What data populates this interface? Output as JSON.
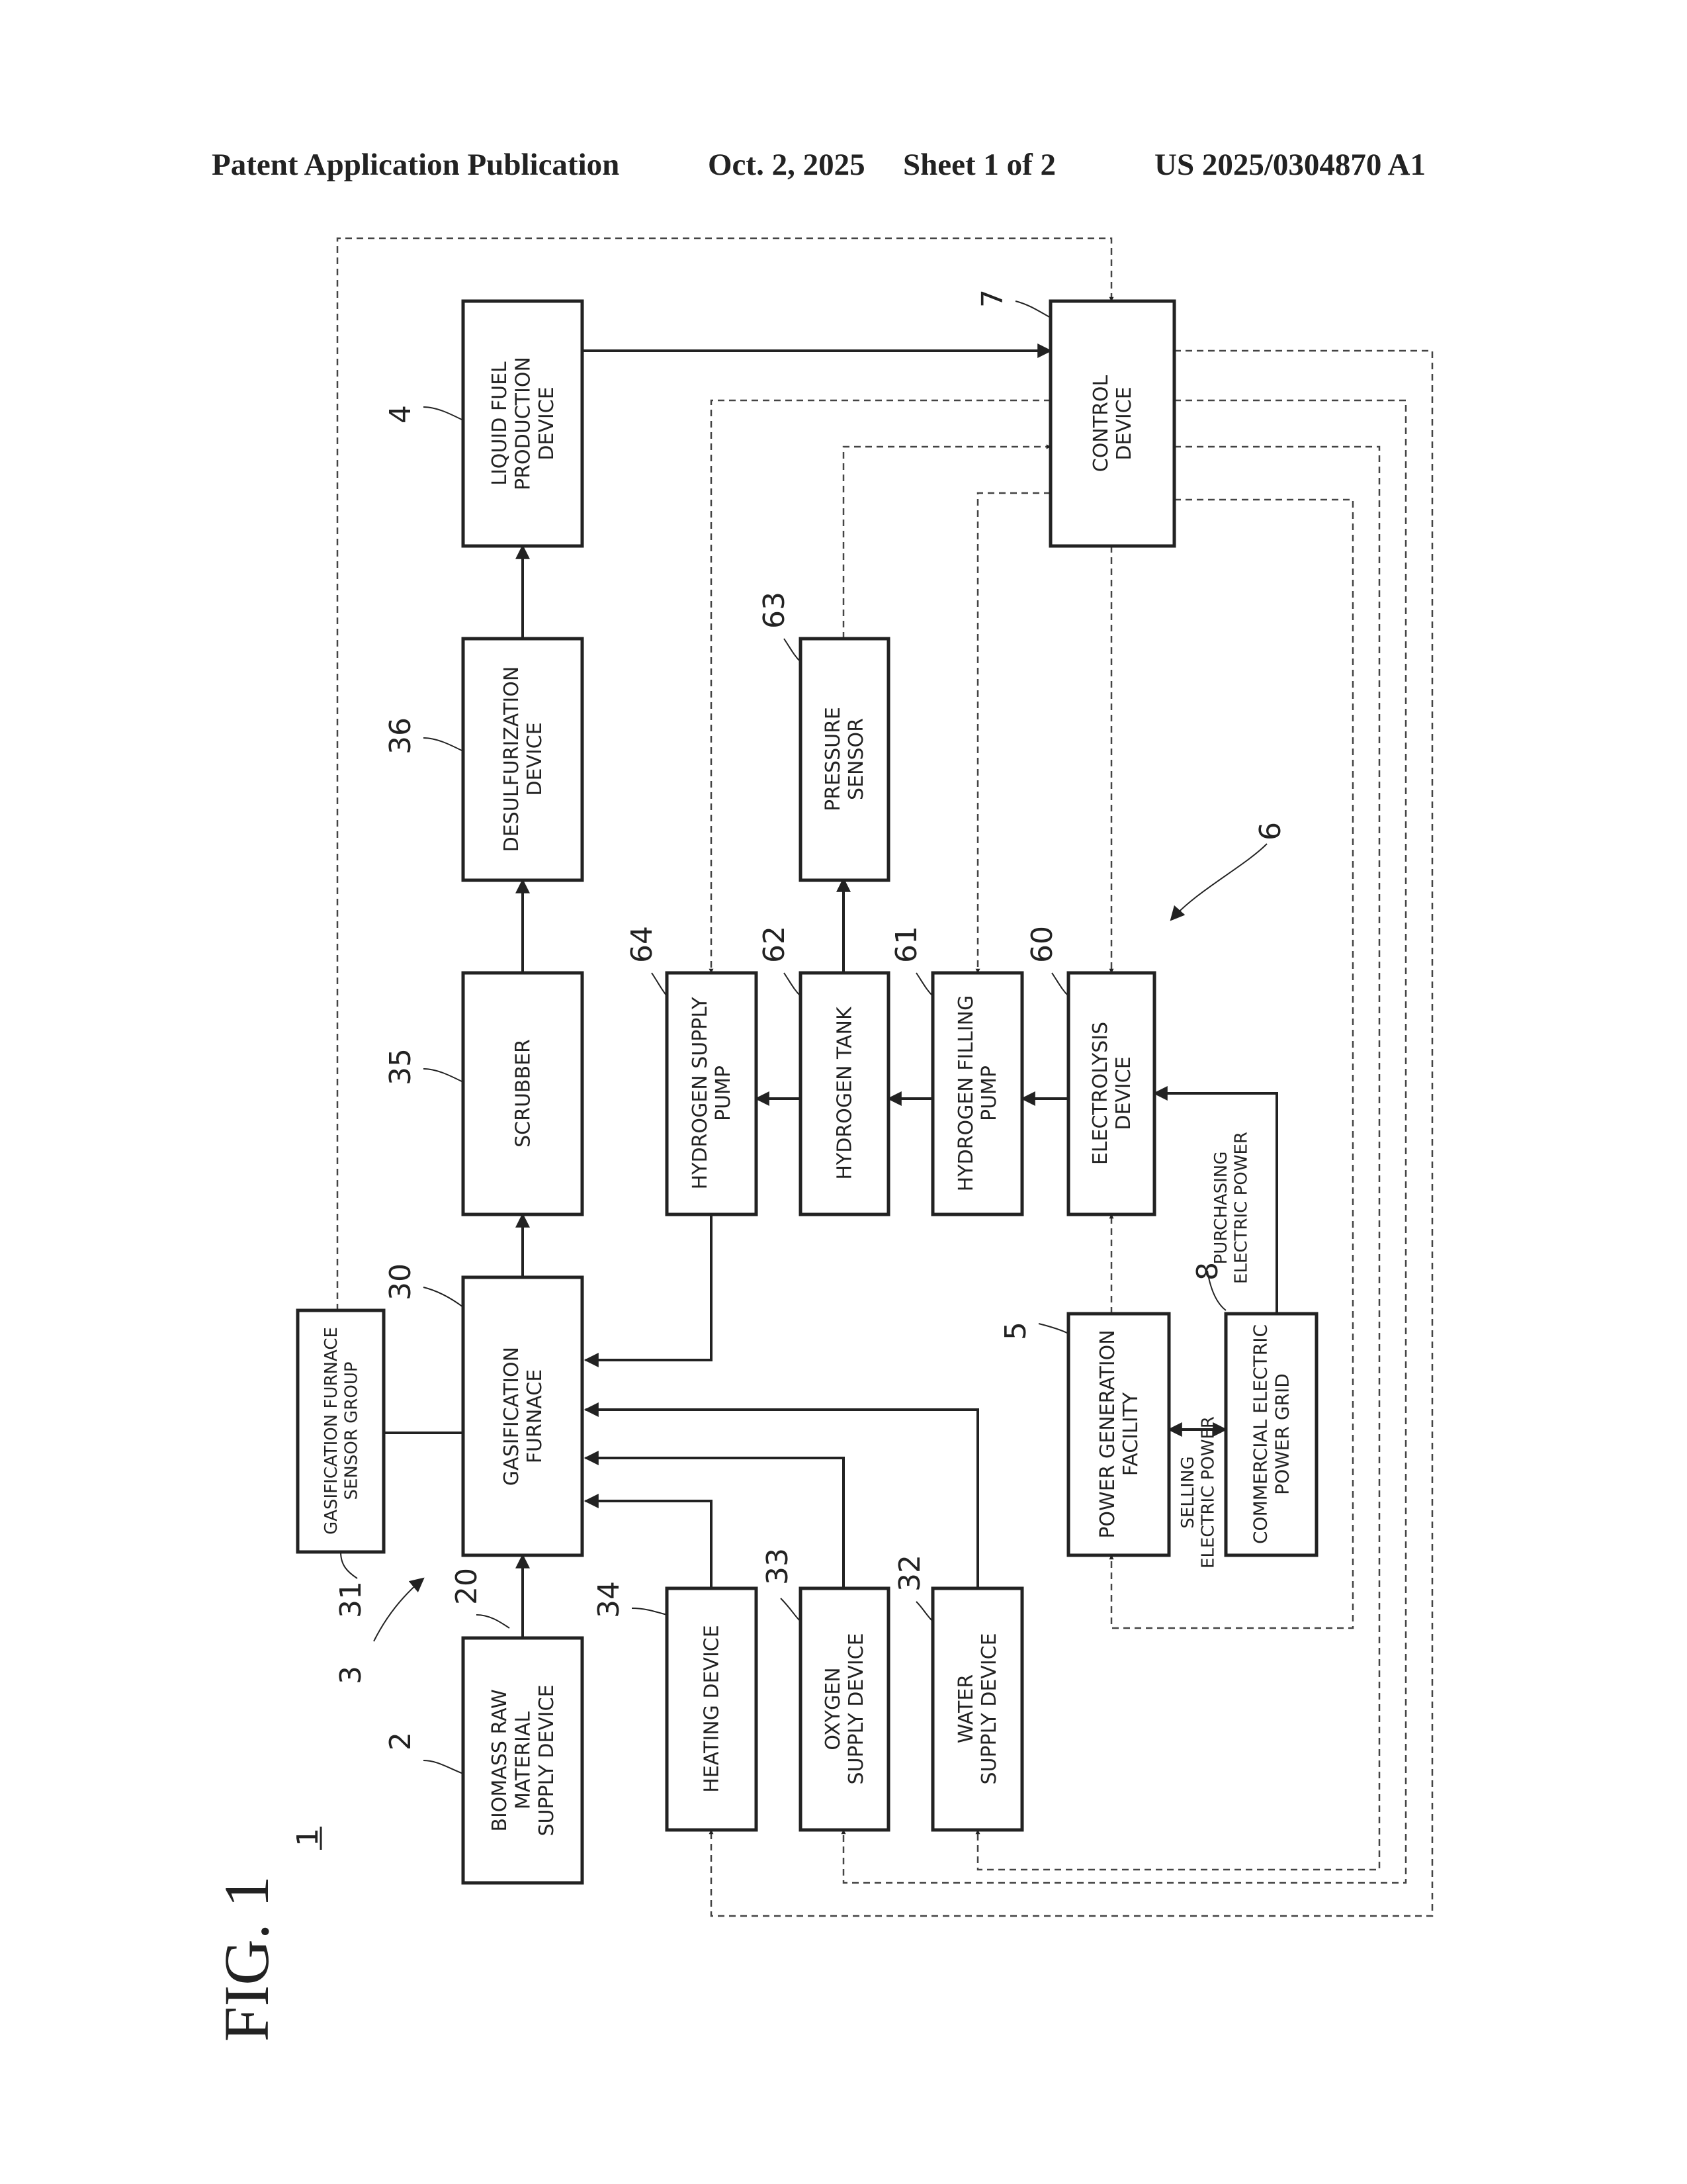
{
  "header": {
    "publication": "Patent Application Publication",
    "date": "Oct. 2, 2025",
    "sheet": "Sheet 1 of 2",
    "pub_number": "US 2025/0304870 A1"
  },
  "figure": {
    "label": "FIG. 1",
    "system_ref": "1"
  },
  "blocks": {
    "biomass": [
      "BIOMASS RAW",
      "MATERIAL",
      "SUPPLY DEVICE"
    ],
    "gasifier": [
      "GASIFICATION",
      "FURNACE"
    ],
    "sensor_group": [
      "GASIFICATION FURNACE",
      "SENSOR GROUP"
    ],
    "scrubber": [
      "SCRUBBER"
    ],
    "desulf": [
      "DESULFURIZATION",
      "DEVICE"
    ],
    "liquid_fuel": [
      "LIQUID FUEL",
      "PRODUCTION",
      "DEVICE"
    ],
    "control": [
      "CONTROL",
      "DEVICE"
    ],
    "heating": [
      "HEATING DEVICE"
    ],
    "oxygen": [
      "OXYGEN",
      "SUPPLY DEVICE"
    ],
    "water": [
      "WATER",
      "SUPPLY DEVICE"
    ],
    "h2_supply_pump": [
      "HYDROGEN SUPPLY",
      "PUMP"
    ],
    "h2_tank": [
      "HYDROGEN TANK"
    ],
    "h2_fill_pump": [
      "HYDROGEN FILLING",
      "PUMP"
    ],
    "electrolysis": [
      "ELECTROLYSIS",
      "DEVICE"
    ],
    "pressure_sensor": [
      "PRESSURE",
      "SENSOR"
    ],
    "power_gen": [
      "POWER GENERATION",
      "FACILITY"
    ],
    "grid": [
      "COMMERCIAL ELECTRIC",
      "POWER GRID"
    ]
  },
  "annotations": {
    "selling": [
      "SELLING",
      "ELECTRIC POWER"
    ],
    "purchasing": [
      "PURCHASING",
      "ELECTRIC POWER"
    ]
  },
  "refs": {
    "biomass": "2",
    "gasifier": "30",
    "sensor_group": "31",
    "gasification_unit": "3",
    "feed_line": "20",
    "scrubber": "35",
    "desulf": "36",
    "liquid_fuel": "4",
    "control": "7",
    "heating": "34",
    "oxygen": "33",
    "water": "32",
    "h2_supply_pump": "64",
    "h2_tank": "62",
    "h2_fill_pump": "61",
    "electrolysis": "60",
    "pressure_sensor": "63",
    "hydrogen_unit": "6",
    "power_gen": "5",
    "grid": "8"
  }
}
